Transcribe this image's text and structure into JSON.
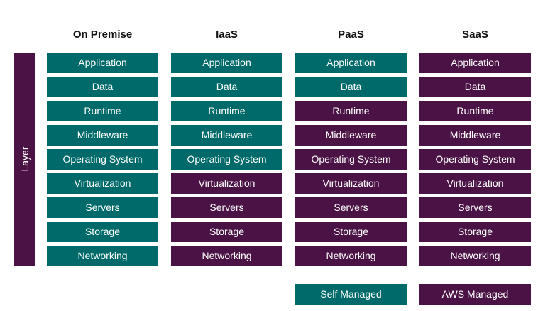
{
  "layer_label": "Layer",
  "colors": {
    "self_managed": "#006a6a",
    "aws_managed": "#4b1245"
  },
  "columns": [
    {
      "header": "On Premise",
      "rows": [
        {
          "label": "Application",
          "managed_by": "self"
        },
        {
          "label": "Data",
          "managed_by": "self"
        },
        {
          "label": "Runtime",
          "managed_by": "self"
        },
        {
          "label": "Middleware",
          "managed_by": "self"
        },
        {
          "label": "Operating System",
          "managed_by": "self"
        },
        {
          "label": "Virtualization",
          "managed_by": "self"
        },
        {
          "label": "Servers",
          "managed_by": "self"
        },
        {
          "label": "Storage",
          "managed_by": "self"
        },
        {
          "label": "Networking",
          "managed_by": "self"
        }
      ]
    },
    {
      "header": "IaaS",
      "rows": [
        {
          "label": "Application",
          "managed_by": "self"
        },
        {
          "label": "Data",
          "managed_by": "self"
        },
        {
          "label": "Runtime",
          "managed_by": "self"
        },
        {
          "label": "Middleware",
          "managed_by": "self"
        },
        {
          "label": "Operating System",
          "managed_by": "self"
        },
        {
          "label": "Virtualization",
          "managed_by": "aws"
        },
        {
          "label": "Servers",
          "managed_by": "aws"
        },
        {
          "label": "Storage",
          "managed_by": "aws"
        },
        {
          "label": "Networking",
          "managed_by": "aws"
        }
      ]
    },
    {
      "header": "PaaS",
      "rows": [
        {
          "label": "Application",
          "managed_by": "self"
        },
        {
          "label": "Data",
          "managed_by": "self"
        },
        {
          "label": "Runtime",
          "managed_by": "aws"
        },
        {
          "label": "Middleware",
          "managed_by": "aws"
        },
        {
          "label": "Operating System",
          "managed_by": "aws"
        },
        {
          "label": "Virtualization",
          "managed_by": "aws"
        },
        {
          "label": "Servers",
          "managed_by": "aws"
        },
        {
          "label": "Storage",
          "managed_by": "aws"
        },
        {
          "label": "Networking",
          "managed_by": "aws"
        }
      ]
    },
    {
      "header": "SaaS",
      "rows": [
        {
          "label": "Application",
          "managed_by": "aws"
        },
        {
          "label": "Data",
          "managed_by": "aws"
        },
        {
          "label": "Runtime",
          "managed_by": "aws"
        },
        {
          "label": "Middleware",
          "managed_by": "aws"
        },
        {
          "label": "Operating System",
          "managed_by": "aws"
        },
        {
          "label": "Virtualization",
          "managed_by": "aws"
        },
        {
          "label": "Servers",
          "managed_by": "aws"
        },
        {
          "label": "Storage",
          "managed_by": "aws"
        },
        {
          "label": "Networking",
          "managed_by": "aws"
        }
      ]
    }
  ],
  "legend": {
    "self_managed": "Self Managed",
    "aws_managed": "AWS Managed"
  }
}
